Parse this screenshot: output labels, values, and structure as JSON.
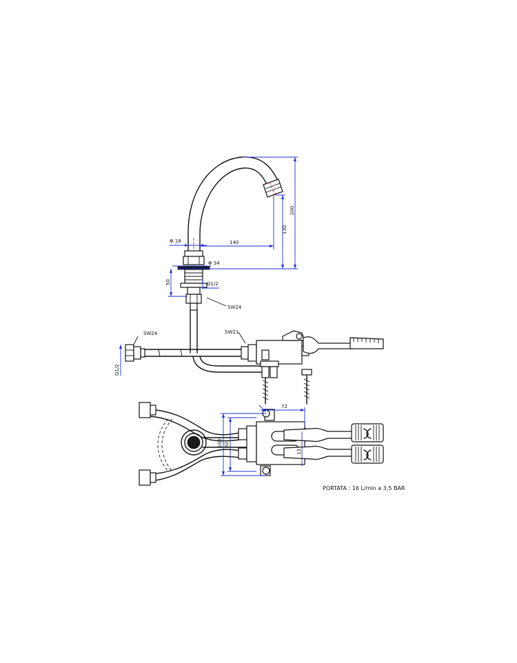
{
  "dimensions": {
    "phi18": "Φ 18",
    "d140": "140",
    "d130": "130",
    "d200": "200",
    "phi34": "Φ 34",
    "d50": "50",
    "g12_top": "G1/2",
    "sw24_top": "SW24",
    "sw24_left": "SW24",
    "sw21": "SW21",
    "g12_left": "G1/2",
    "d72": "72",
    "d108": "108",
    "d92": "92",
    "d13": "13"
  },
  "note": "PORTATA : 16 L/min a 3,5 BAR",
  "colors": {
    "outline": "#111111",
    "dimension": "#1c2fd6",
    "centerline": "#d01515",
    "background": "#ffffff"
  }
}
